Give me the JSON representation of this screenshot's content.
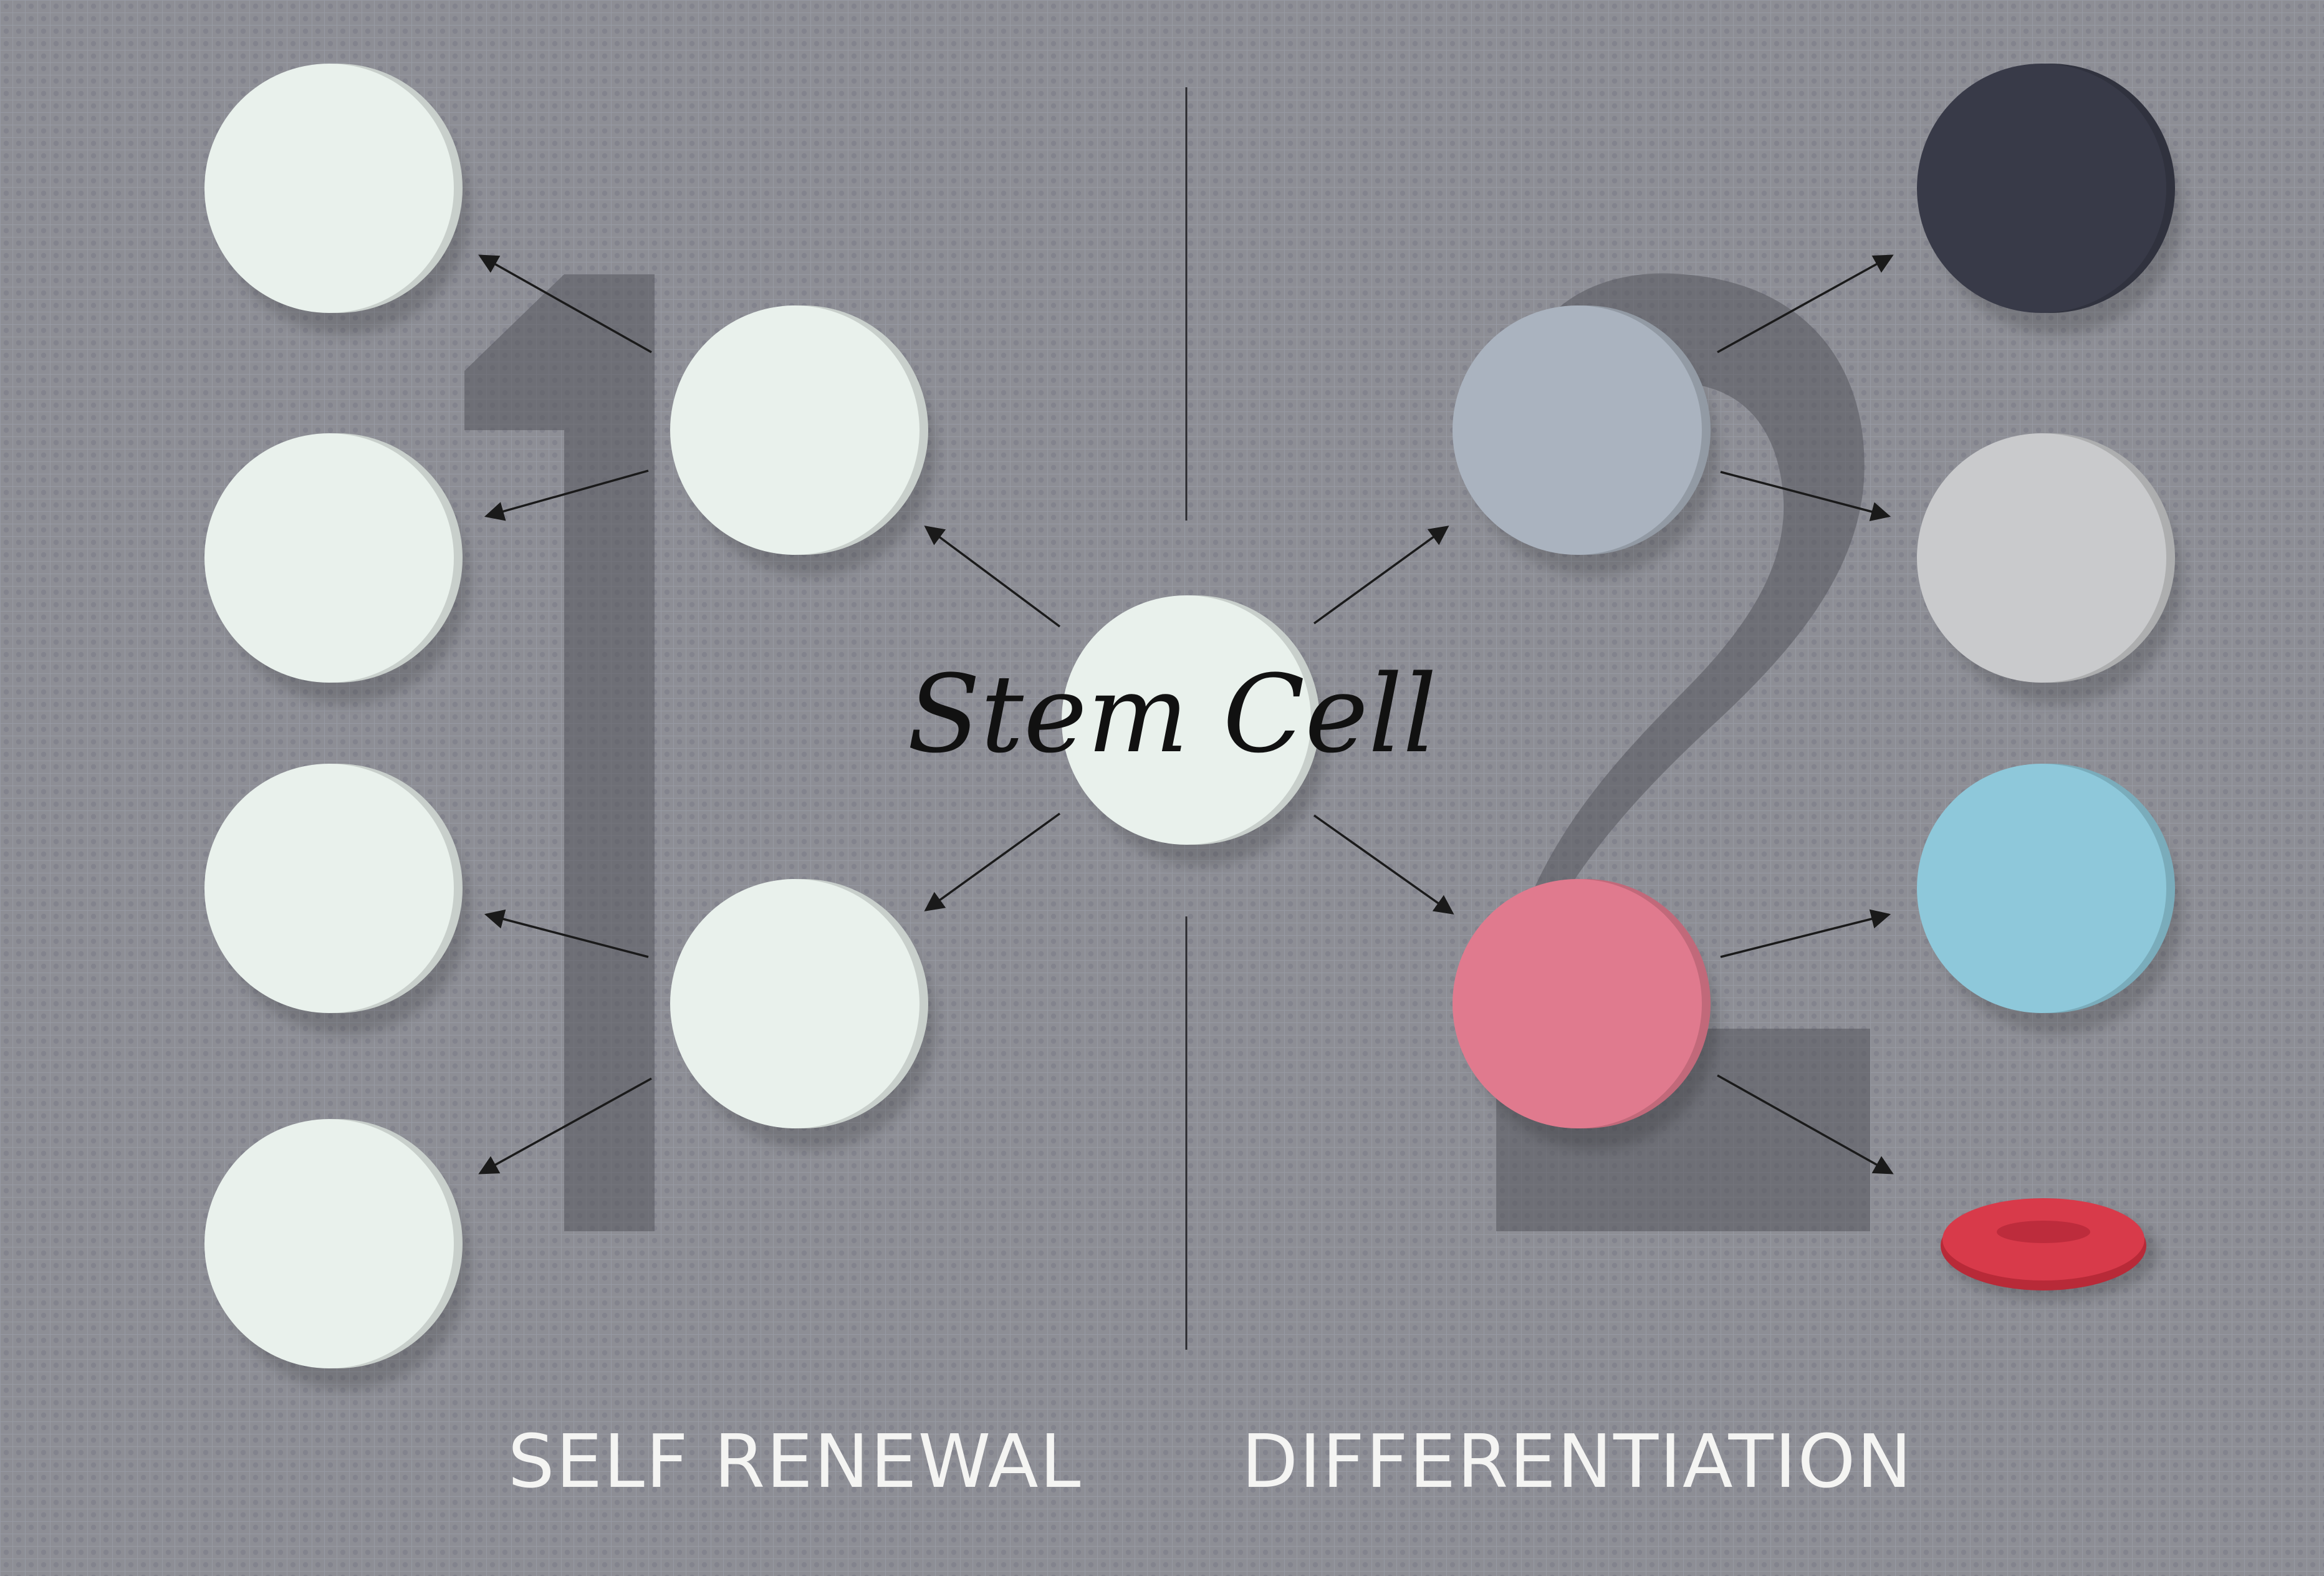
{
  "diagram": {
    "title": "Stem Cell",
    "left_label": "SELF RENEWAL",
    "right_label": "DIFFERENTIATION",
    "left_number": "1",
    "right_number": "2"
  },
  "colors": {
    "background": "#8d8e95",
    "cell_white": "#e9f1ec",
    "cell_dark": "#383a48",
    "cell_gray_blue": "#aab3bf",
    "cell_light_gray": "#c9cacc",
    "cell_pink": "#e07a8e",
    "cell_light_blue": "#8ec8da",
    "red_blood_cell": "#d83a4a",
    "arrow": "#1a1a1a",
    "label_text": "#f4f4f2"
  }
}
